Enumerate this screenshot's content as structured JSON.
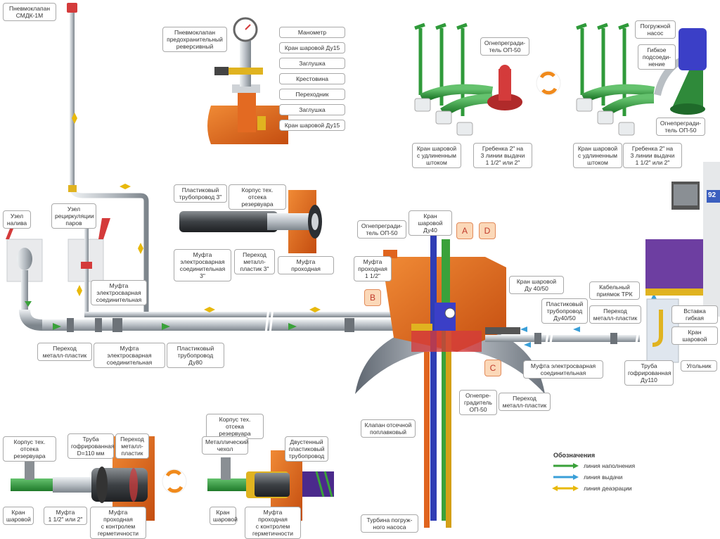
{
  "labels": {
    "pneumo_smdk": "Пневмоклапан\nСМДК-1М",
    "pneumo_safety": "Пневмоклапан\nпредохранительный\nреверсивный",
    "manometer": "Манометр",
    "ball_valve_du15_top": "Кран шаровой Ду15",
    "plug_top": "Заглушка",
    "cross": "Крестовина",
    "adapter": "Переходник",
    "plug_bottom": "Заглушка",
    "ball_valve_du15_bottom": "Кран шаровой Ду15",
    "fill_node": "Узел\nналива",
    "vapor_node": "Узел\nрециркуляции\nпаров",
    "coupling_electrofusion_small": "Муфта\nэлектросварная\nсоединительная",
    "adapter_metal_plastic_left": "Переход\nметалл-пластик",
    "coupling_electrofusion_left": "Муфта электросварная\nсоединительная",
    "plastic_pipe_du80": "Пластиковый\nтрубопровод Ду80",
    "plastic_pipe_3": "Пластиковый\nтрубопровод 3\"",
    "tank_body_top": "Корпус тех. отсека\nрезервуара",
    "coupling_electrofusion_3": "Муфта\nэлектросварная\nсоединительная 3\"",
    "adapter_metal_plastic_3": "Переход\nметалл-\nпластик 3\"",
    "coupling_pass_through_top": "Муфта проходная",
    "flame_arrester_op50_top": "Огнепрегради-\nтель ОП-50",
    "ball_valve_du40": "Кран шаровой\nДу40",
    "coupling_pass_through_1_5": "Муфта\nпроходная\n1 1/2\"",
    "ball_valve_du40_50": "Кран шаровой\nДу 40/50",
    "plastic_pipe_du40_50": "Пластиковый\nтрубопровод\nДу40/50",
    "cable_pit": "Кабельный\nприямок ТРК",
    "adapter_metal_plastic_right": "Переход\nметалл-пластик",
    "flexible_insert": "Вставка гибкая",
    "ball_valve_right": "Кран шаровой",
    "coupling_electrofusion_right": "Муфта электросварная\nсоединительная",
    "corrugated_pipe_du110": "Труба\nгофрированная\nДу110",
    "elbow": "Угольник",
    "flame_arrester_op50_bottom": "Огнепре-\nградитель\nОП-50",
    "adapter_metal_plastic_center": "Переход\nметалл-пластик",
    "float_valve": "Клапан отсечной\nпоплавковый",
    "submersible_turbine": "Турбина погруж-\nного насоса",
    "flame_arrester_op50_tr1": "Огнепрегради-\nтель ОП-50",
    "ball_valve_extended_1": "Кран шаровой\nс удлиненным\nштоком",
    "manifold_1": "Гребенка 2\" на\n3 линии выдачи\n1 1/2\" или 2\"",
    "submersible_pump": "Погружной\nнасос",
    "flexible_connection": "Гибкое\nподсоеди-\nнение",
    "flame_arrester_op50_tr2": "Огнепрегради-\nтель ОП-50",
    "ball_valve_extended_2": "Кран шаровой\nс удлиненным\nштоком",
    "manifold_2": "Гребенка 2\" на\n3 линии выдачи\n1 1/2\" или 2\"",
    "tank_body_bl": "Корпус тех. отсека\nрезервуара",
    "corrugated_pipe_d110": "Труба\nгофрированная\nD=110 мм",
    "adapter_metal_plastic_bl": "Переход\nметалл-\nпластик",
    "ball_valve_bl": "Кран\nшаровой",
    "coupling_1_5_or_2": "Муфта\n1 1/2\" или 2\"",
    "coupling_pass_sealed_1": "Муфта проходная\nс контролем\nгерметичности",
    "tank_body_bc": "Корпус тех. отсека\nрезервуара",
    "metal_cover": "Металлический\nчехол",
    "double_wall_pipe": "Двустенный\nпластиковый\nтрубопровод",
    "ball_valve_bc": "Кран\nшаровой",
    "coupling_pass_sealed_2": "Муфта проходная\nс контролем\nгерметичности"
  },
  "tags": {
    "A": "A",
    "B": "B",
    "C": "C",
    "D": "D"
  },
  "dispenser_number": "92",
  "legend": {
    "title": "Обозначения",
    "items": [
      {
        "label": "линия наполнения",
        "color": "#3aa13a"
      },
      {
        "label": "линия выдачи",
        "color": "#3a9fd8"
      },
      {
        "label": "линия деаэрации",
        "color": "#e8b90c"
      }
    ]
  },
  "colors": {
    "pipe_grey": "#b9bfc4",
    "tank_orange": "#e0641e",
    "valve_green": "#2f9a3a",
    "pump_blue": "#3b3fc7",
    "dispenser_purple": "#6d3ea1"
  }
}
